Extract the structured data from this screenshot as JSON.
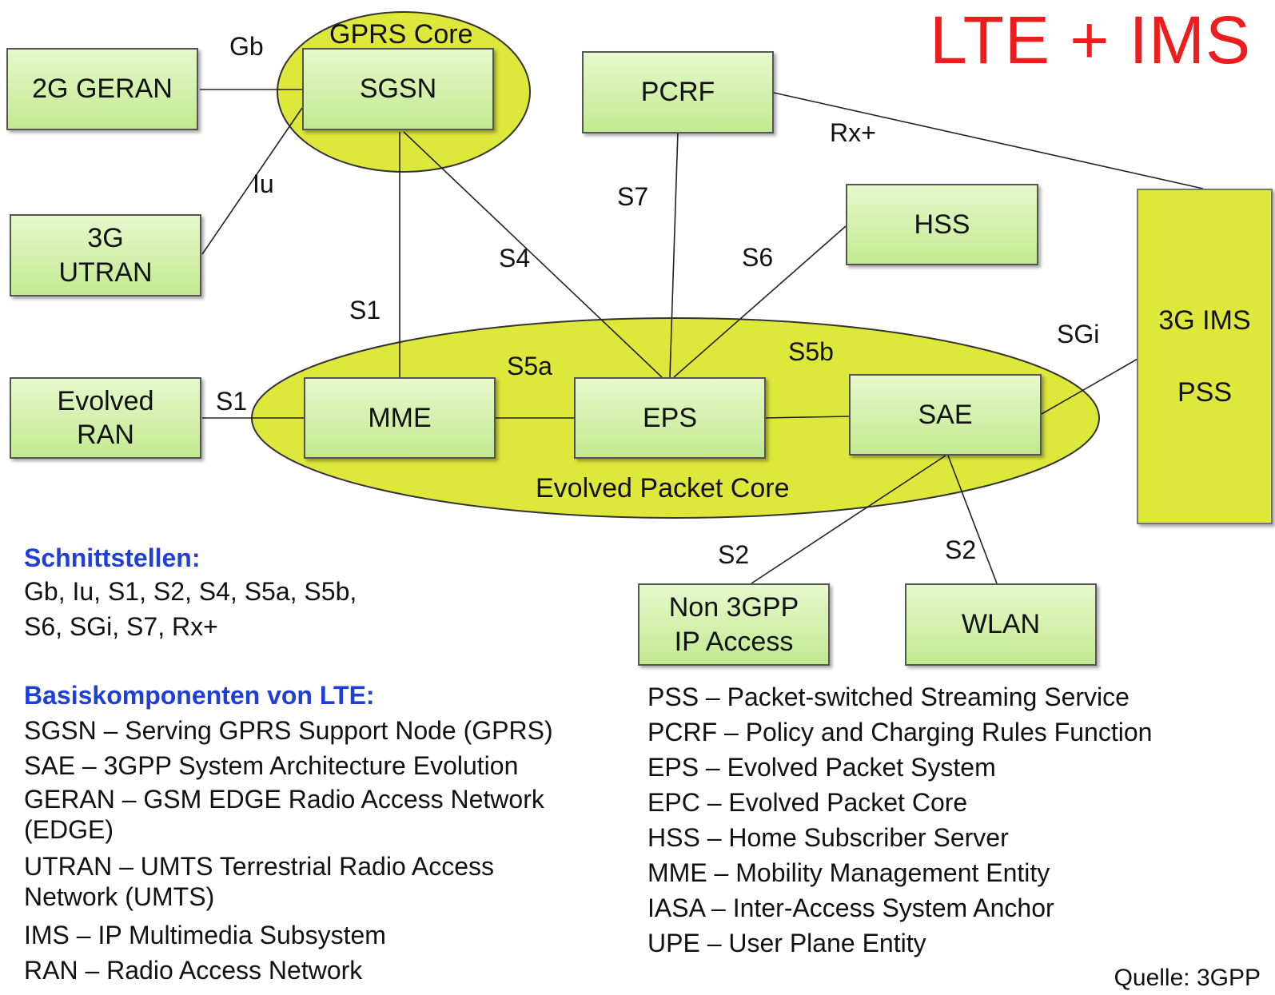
{
  "title": "LTE + IMS",
  "colors": {
    "title": "#ee1c1c",
    "box_fill": "#c9ec99",
    "ellipse_fill": "#dde83a",
    "legend_heading": "#1f3fd6"
  },
  "ellipses": {
    "gprs_core": "GPRS Core",
    "evolved_packet_core": "Evolved Packet Core"
  },
  "nodes": {
    "geran": "2G GERAN",
    "utran": "3G\nUTRAN",
    "evolved_ran": "Evolved\nRAN",
    "sgsn": "SGSN",
    "pcrf": "PCRF",
    "hss": "HSS",
    "mme": "MME",
    "eps": "EPS",
    "sae": "SAE",
    "non_3gpp": "Non 3GPP\nIP Access",
    "wlan": "WLAN",
    "ims_line1": "3G IMS",
    "ims_line2": "PSS"
  },
  "interfaces": {
    "gb": "Gb",
    "iu": "Iu",
    "s1_sgsn": "S1",
    "s1_ran": "S1",
    "s4": "S4",
    "s7": "S7",
    "s6": "S6",
    "rx": "Rx+",
    "s5a": "S5a",
    "s5b": "S5b",
    "sgi": "SGi",
    "s2_non3gpp": "S2",
    "s2_wlan": "S2"
  },
  "legend": {
    "interfaces_heading": "Schnittstellen:",
    "interfaces_line1": "Gb, Iu, S1, S2, S4, S5a, S5b,",
    "interfaces_line2": "S6, SGi, S7, Rx+",
    "components_heading": "Basiskomponenten von LTE:",
    "left": [
      "SGSN – Serving GPRS Support Node (GPRS)",
      "SAE – 3GPP System Architecture Evolution",
      "GERAN – GSM EDGE Radio Access Network",
      "(EDGE)",
      "UTRAN – UMTS Terrestrial Radio Access",
      "Network (UMTS)",
      "IMS – IP Multimedia Subsystem",
      "RAN – Radio Access Network"
    ],
    "right": [
      "PSS – Packet-switched Streaming Service",
      "PCRF – Policy and Charging Rules Function",
      "EPS – Evolved Packet System",
      "EPC – Evolved Packet Core",
      "HSS – Home Subscriber Server",
      "MME – Mobility Management Entity",
      "IASA – Inter-Access System Anchor",
      "UPE – User Plane Entity"
    ]
  },
  "source": "Quelle: 3GPP"
}
